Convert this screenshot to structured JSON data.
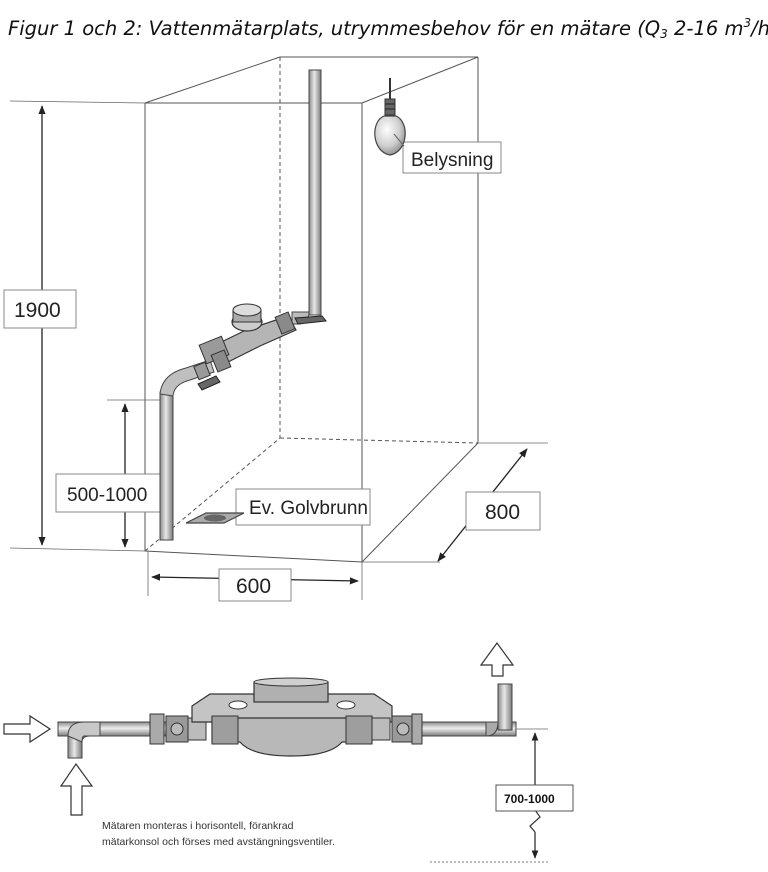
{
  "title": {
    "prefix": "Figur 1 och 2: Vattenmätarplats, utrymmesbehov för en mätare (Q",
    "subscript": "3",
    "middle": " 2-16 m",
    "superscript": "3",
    "suffix": "/h)"
  },
  "figure1": {
    "labels": {
      "lighting": "Belysning",
      "height": "1900",
      "pipe_height": "500-1000",
      "floor_drain": "Ev. Golvbrunn",
      "depth": "800",
      "width": "600"
    }
  },
  "figure2": {
    "labels": {
      "height_range": "700-1000"
    },
    "caption": {
      "line1": "Mätaren monteras i horisontell, förankrad",
      "line2": "mätarkonsol och förses med avstängningsventiler."
    }
  }
}
